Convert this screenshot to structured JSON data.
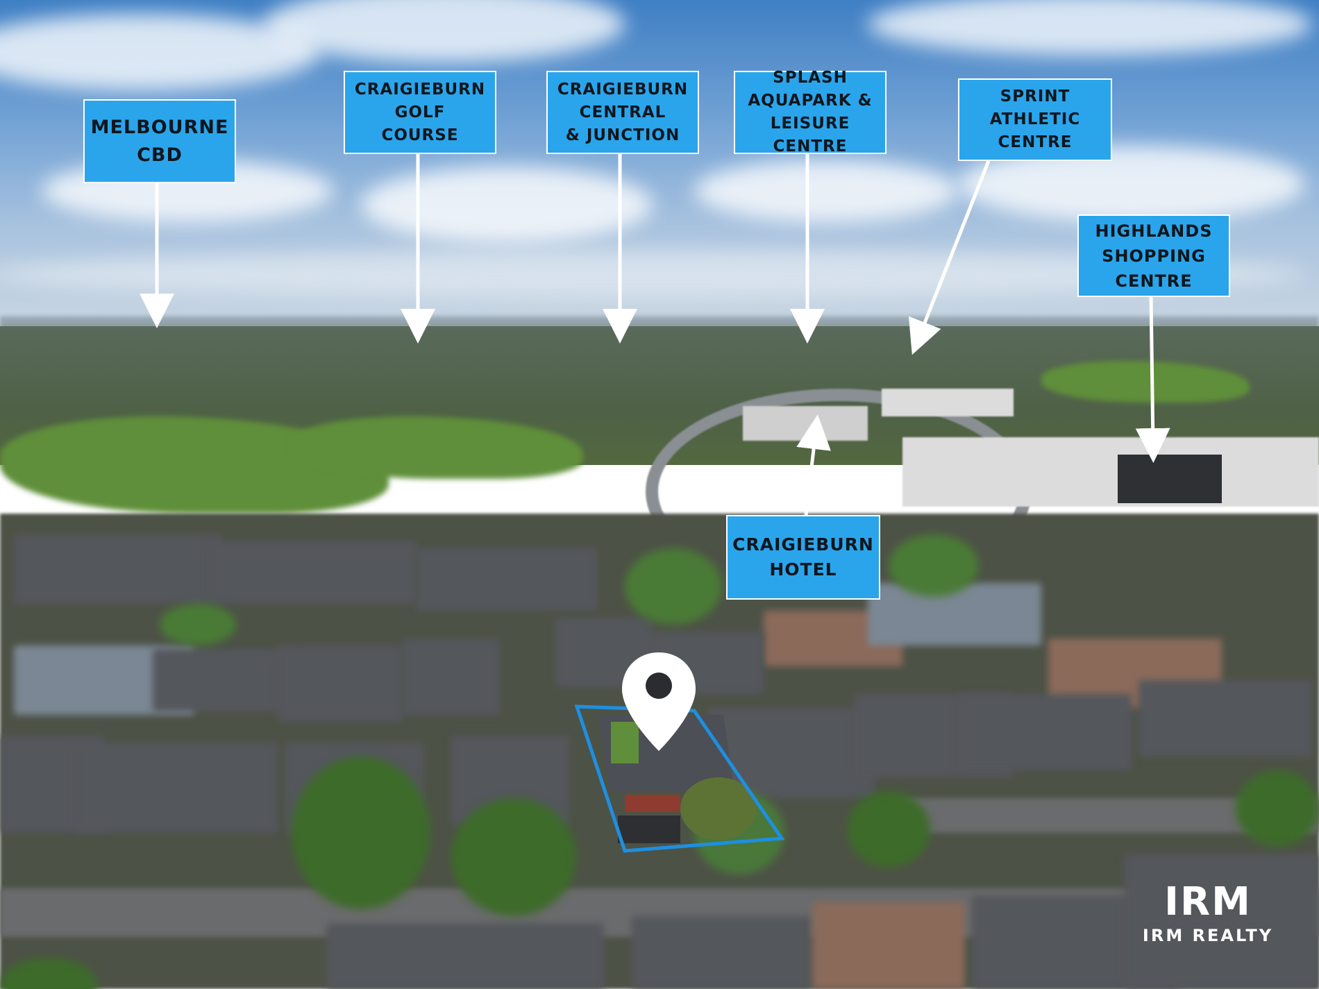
{
  "labels": {
    "melbourne_cbd": "MELBOURNE\nCBD",
    "golf_course": "CRAIGIEBURN\nGOLF\nCOURSE",
    "central_junction": "CRAIGIEBURN\nCENTRAL\n& JUNCTION",
    "splash": "SPLASH\nAQUAPARK &\nLEISURE CENTRE",
    "sprint": "SPRINT\nATHLETIC\nCENTRE",
    "highlands": "HIGHLANDS\nSHOPPING\nCENTRE",
    "hotel": "CRAIGIEBURN\nHOTEL"
  },
  "logo": {
    "mark": "IRM",
    "name": "IRM REALTY"
  },
  "colors": {
    "label_fill": "#2aa5ec",
    "label_text": "#10161c",
    "arrow": "#ffffff",
    "lot_outline": "#1e8fe0",
    "pin": "#ffffff"
  },
  "icons": {
    "pin": "location-pin-icon"
  }
}
